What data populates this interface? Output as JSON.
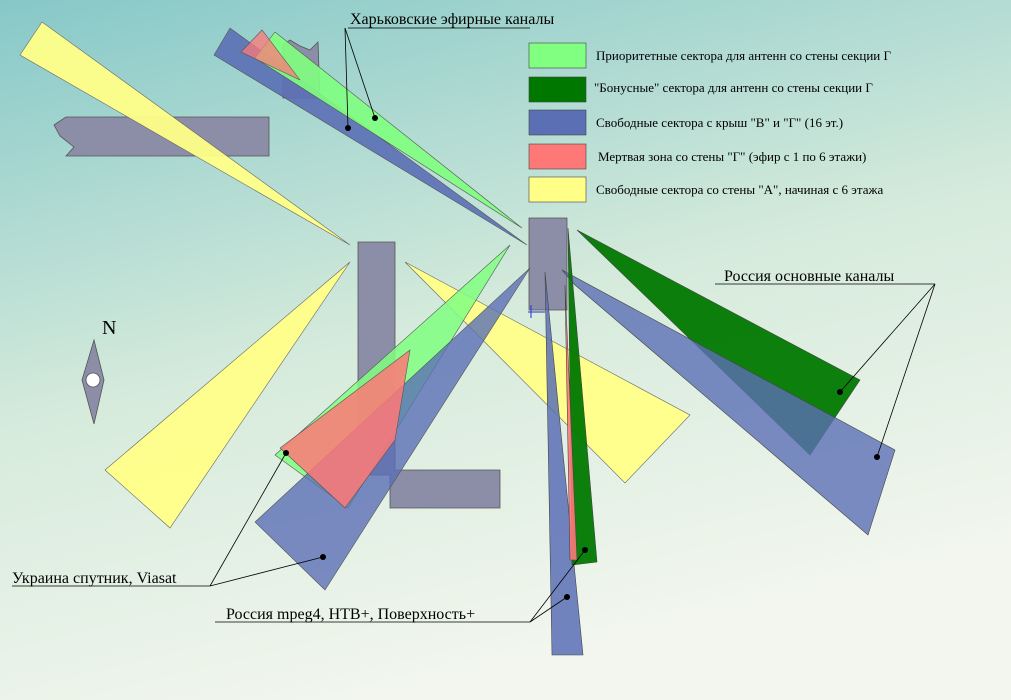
{
  "colors": {
    "priority": "#80ff80",
    "bonus": "#007800",
    "free_roof": "#5b6fb5",
    "dead_zone": "#ff7878",
    "free_wall_a": "#ffff88",
    "building": "#8b8ea6",
    "background_top": "#86c8c8",
    "background_bottom": "#f2f6ee"
  },
  "legend": [
    {
      "key": "priority",
      "text": "Приоритетные сектора для антенн со стены секции Г"
    },
    {
      "key": "bonus",
      "text": "\"Бонусные\" сектора для антенн со стены секции Г"
    },
    {
      "key": "free_roof",
      "text": "Свободные сектора с крыш \"В\" и \"Г\" (16 эт.)"
    },
    {
      "key": "dead_zone",
      "text": "Мертвая зона со стены \"Г\" (эфир с 1 по 6 этажи)"
    },
    {
      "key": "free_wall_a",
      "text": "Свободные сектора со стены \"А\", начиная с 6 этажа"
    }
  ],
  "labels": {
    "kharkiv": "Харьковские эфирные каналы",
    "russia_main": "Россия основные каналы",
    "ukraine_sat": "Украина спутник, Viasat",
    "russia_mpeg4": "Россия mpeg4, НТВ+, Поверхность+",
    "north": "N"
  }
}
